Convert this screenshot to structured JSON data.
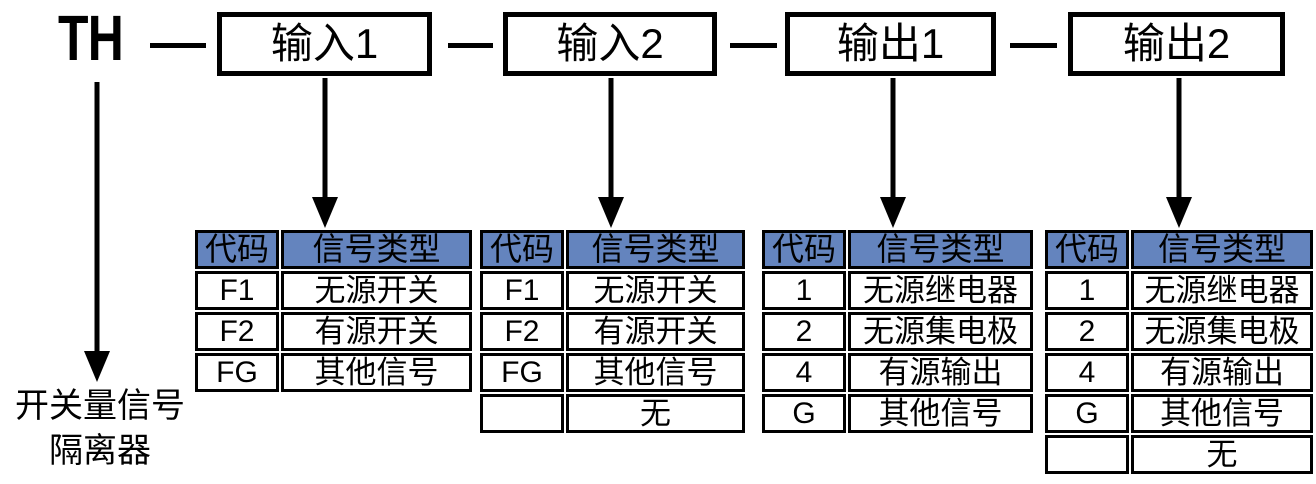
{
  "prefix": {
    "code": "TH",
    "caption_line1": "开关量信号",
    "caption_line2": "隔离器"
  },
  "boxes": [
    {
      "label": "输入1"
    },
    {
      "label": "输入2"
    },
    {
      "label": "输出1"
    },
    {
      "label": "输出2"
    }
  ],
  "tables": [
    {
      "headers": [
        "代码",
        "信号类型"
      ],
      "rows": [
        [
          "F1",
          "无源开关"
        ],
        [
          "F2",
          "有源开关"
        ],
        [
          "FG",
          "其他信号"
        ]
      ]
    },
    {
      "headers": [
        "代码",
        "信号类型"
      ],
      "rows": [
        [
          "F1",
          "无源开关"
        ],
        [
          "F2",
          "有源开关"
        ],
        [
          "FG",
          "其他信号"
        ],
        [
          "",
          "无"
        ]
      ]
    },
    {
      "headers": [
        "代码",
        "信号类型"
      ],
      "rows": [
        [
          "1",
          "无源继电器"
        ],
        [
          "2",
          "无源集电极"
        ],
        [
          "4",
          "有源输出"
        ],
        [
          "G",
          "其他信号"
        ]
      ]
    },
    {
      "headers": [
        "代码",
        "信号类型"
      ],
      "rows": [
        [
          "1",
          "无源继电器"
        ],
        [
          "2",
          "无源集电极"
        ],
        [
          "4",
          "有源输出"
        ],
        [
          "G",
          "其他信号"
        ],
        [
          "",
          "无"
        ]
      ]
    }
  ],
  "colors": {
    "header_bg": "#6484BE",
    "line": "#000000",
    "background": "#FFFFFF"
  }
}
